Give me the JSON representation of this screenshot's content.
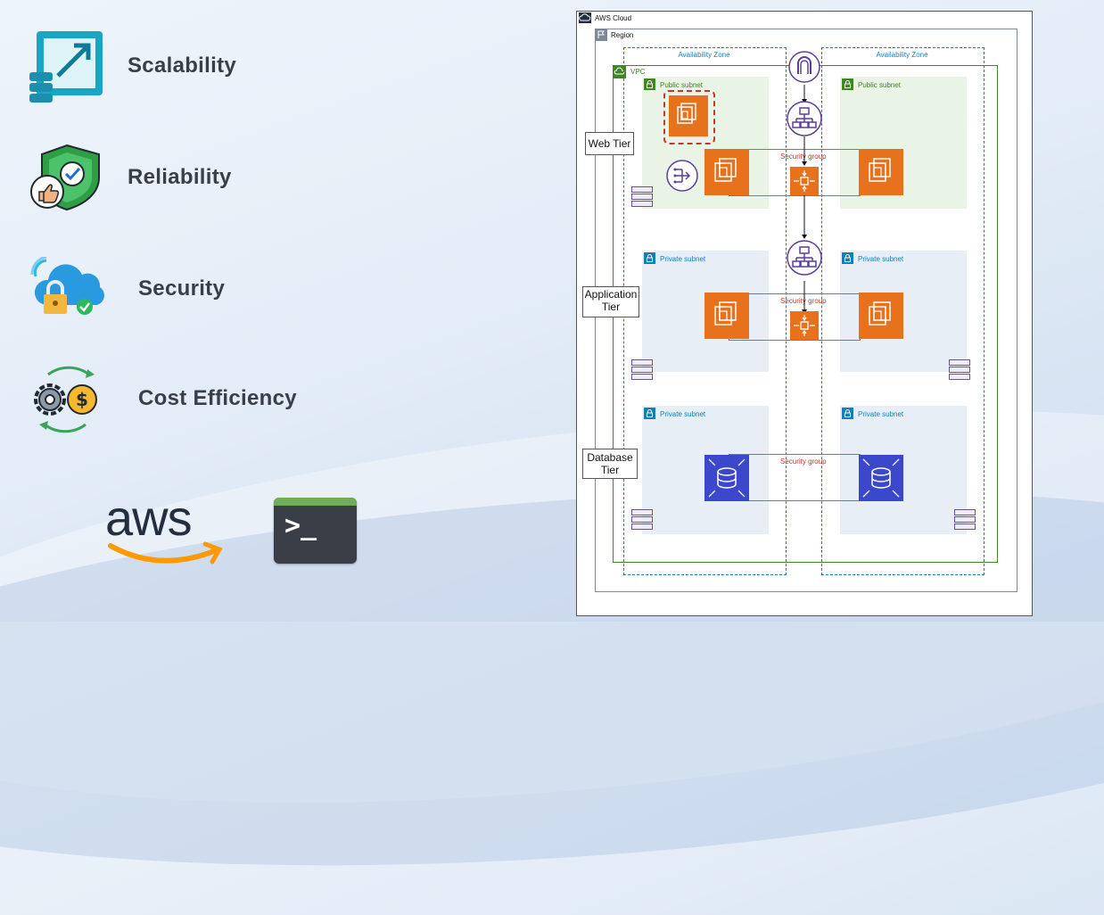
{
  "features": [
    {
      "label": "Scalability",
      "icon": "scalability-icon"
    },
    {
      "label": "Reliability",
      "icon": "reliability-shield-icon"
    },
    {
      "label": "Security",
      "icon": "cloud-lock-icon"
    },
    {
      "label": "Cost Efficiency",
      "icon": "gear-dollar-icon"
    }
  ],
  "logos": {
    "aws": "aws",
    "terminal_prompt": ">_"
  },
  "diagram": {
    "cloud_label": "AWS Cloud",
    "region_label": "Region",
    "az_left": "Availability Zone",
    "az_right": "Availability Zone",
    "vpc_label": "VPC",
    "public_subnet_left": "Public subnet",
    "public_subnet_right": "Public subnet",
    "private_subnet_app_left": "Private subnet",
    "private_subnet_app_right": "Private subnet",
    "private_subnet_db_left": "Private subnet",
    "private_subnet_db_right": "Private subnet",
    "tiers": {
      "web": "Web Tier",
      "app": "Application Tier",
      "db": "Database Tier"
    },
    "security_group": "Security group"
  },
  "colors": {
    "ec2": "#e8711b",
    "rds": "#3b48cc",
    "purple": "#5a3e9b",
    "green": "#3f8624",
    "teal": "#147eba"
  }
}
